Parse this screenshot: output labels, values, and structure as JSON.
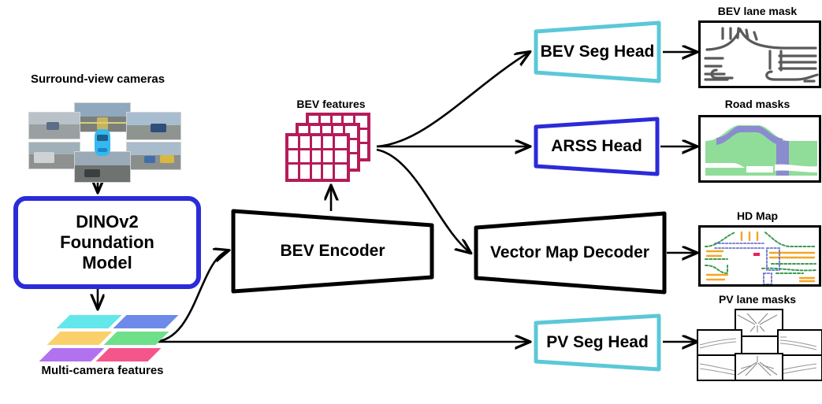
{
  "diagram": {
    "title": "BEV perception architecture with DINOv2 foundation model",
    "type": "block-flow-diagram"
  },
  "labels": {
    "surround_cameras": "Surround-view cameras",
    "multi_camera_features": "Multi-camera features",
    "bev_features": "BEV features",
    "bev_lane_mask": "BEV lane mask",
    "road_masks": "Road masks",
    "hd_map": "HD Map",
    "pv_lane_masks": "PV lane masks"
  },
  "blocks": {
    "dinov2": {
      "label": "DINOv2\nFoundation\nModel",
      "line1": "DINOv2",
      "line2": "Foundation",
      "line3": "Model",
      "color": "#2B2BD9",
      "shape": "rounded-rect"
    },
    "bev_encoder": {
      "label": "BEV Encoder",
      "color": "#000000",
      "shape": "trapezoid"
    },
    "bev_seg_head": {
      "label": "BEV Seg Head",
      "color": "#5BC8D8",
      "shape": "trapezoid"
    },
    "arss_head": {
      "label": "ARSS Head",
      "color": "#2B2BD9",
      "shape": "trapezoid"
    },
    "vector_map_decoder": {
      "label": "Vector Map Decoder",
      "color": "#000000",
      "shape": "trapezoid"
    },
    "pv_seg_head": {
      "label": "PV Seg Head",
      "color": "#5BC8D8",
      "shape": "trapezoid"
    }
  },
  "colors": {
    "bev_features": "#B51C5A",
    "accent_blue": "#2B2BD9",
    "accent_cyan": "#5BC8D8",
    "arrow": "#000000",
    "road_green": "#90dd9a",
    "crosswalk_purple": "#8b8bd0",
    "hdmap_green": "#3a9b4e",
    "hdmap_orange": "#f5a623",
    "hdmap_blue": "#5560c8",
    "hdmap_ego": "#e8215e",
    "ego_car": "#35b7ef",
    "lane_gray": "#5a5a5a"
  },
  "camera_tiles": [
    {
      "name": "front-left",
      "sky": "#b9c2c8",
      "ground": "#9aa0a2",
      "obj": "#5b6e86"
    },
    {
      "name": "front",
      "sky": "#8fa8bd",
      "ground": "#7b7f7c",
      "obj": "#c8b35e"
    },
    {
      "name": "front-right",
      "sky": "#a8bdd0",
      "ground": "#8e9490",
      "obj": "#2f4f7a"
    },
    {
      "name": "back-left",
      "sky": "#9fb0b8",
      "ground": "#8d918f",
      "obj": "#cfd2d4"
    },
    {
      "name": "back",
      "sky": "#9aaab6",
      "ground": "#6e736f",
      "obj": "#3a3f42"
    },
    {
      "name": "back-right",
      "sky": "#a9bccb",
      "ground": "#8a8f8c",
      "obj": "#d8b83f"
    }
  ],
  "feature_tiles": [
    {
      "name": "tile-cyan",
      "color": "#63e7ea"
    },
    {
      "name": "tile-blue",
      "color": "#6e8ae8"
    },
    {
      "name": "tile-yellow",
      "color": "#fad06a"
    },
    {
      "name": "tile-green",
      "color": "#6ee08a"
    },
    {
      "name": "tile-purple",
      "color": "#b272f0"
    },
    {
      "name": "tile-pink",
      "color": "#f4568c"
    }
  ],
  "bev_feature_grid": {
    "rows": 3,
    "cols": 5,
    "layers": 3
  },
  "flows": [
    {
      "from": "surround-view-cameras",
      "to": "dinov2",
      "style": "straight-down-arrow"
    },
    {
      "from": "dinov2",
      "to": "multi-camera-features",
      "style": "straight-down-arrow"
    },
    {
      "from": "multi-camera-features",
      "to": "bev-encoder",
      "style": "s-curve-arrow"
    },
    {
      "from": "multi-camera-features",
      "to": "pv-seg-head",
      "style": "straight-arrow"
    },
    {
      "from": "bev-encoder",
      "to": "bev-features",
      "style": "straight-up-arrow"
    },
    {
      "from": "bev-features",
      "to": "bev-seg-head",
      "style": "curve-arrow"
    },
    {
      "from": "bev-features",
      "to": "arss-head",
      "style": "straight-arrow"
    },
    {
      "from": "bev-features",
      "to": "vector-map-decoder",
      "style": "curve-arrow"
    },
    {
      "from": "bev-seg-head",
      "to": "bev-lane-mask",
      "style": "straight-arrow"
    },
    {
      "from": "arss-head",
      "to": "road-masks",
      "style": "straight-arrow"
    },
    {
      "from": "vector-map-decoder",
      "to": "hd-map",
      "style": "straight-arrow"
    },
    {
      "from": "pv-seg-head",
      "to": "pv-lane-masks",
      "style": "straight-arrow"
    }
  ]
}
